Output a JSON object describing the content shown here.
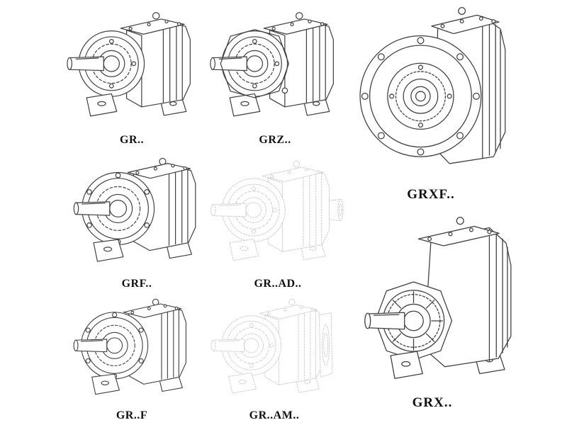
{
  "colors": {
    "line": "#3f3f3f",
    "faded_line": "#c9c9c9",
    "label": "#111111",
    "background": "#ffffff"
  },
  "models": [
    {
      "id": "gr",
      "label": "GR..",
      "drawing": "helical-gearbox-foot-mounted"
    },
    {
      "id": "grz",
      "label": "GRZ..",
      "drawing": "helical-gearbox-foot-mounted-variant"
    },
    {
      "id": "grxf",
      "label": "GRXF..",
      "drawing": "helical-gearbox-flange-mounted"
    },
    {
      "id": "grf",
      "label": "GRF..",
      "drawing": "helical-gearbox-flange-foot-mounted"
    },
    {
      "id": "grad",
      "label": "GR..AD..",
      "drawing": "helical-gearbox-input-adapter-faded"
    },
    {
      "id": "grf2",
      "label": "GR..F",
      "drawing": "helical-gearbox-flange-foot-mounted"
    },
    {
      "id": "gram",
      "label": "GR..AM..",
      "drawing": "helical-gearbox-motor-flange-faded"
    },
    {
      "id": "grx",
      "label": "GRX..",
      "drawing": "helical-gearbox-large-foot-mounted"
    }
  ]
}
